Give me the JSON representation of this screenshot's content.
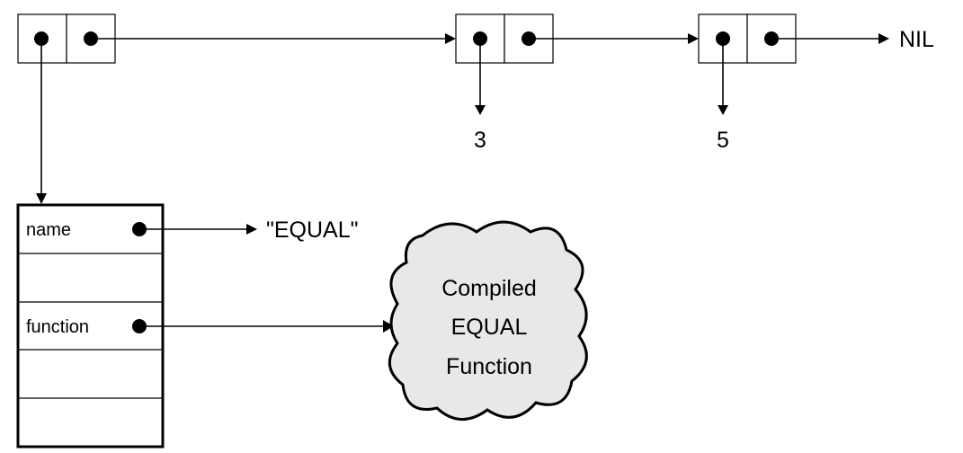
{
  "atoms": {
    "nil": "NIL",
    "car2_value": "3",
    "car3_value": "5"
  },
  "symbol": {
    "slots": [
      "name",
      "",
      "function",
      "",
      ""
    ],
    "name_value": "\"EQUAL\""
  },
  "cloud": {
    "lines": [
      "Compiled",
      "EQUAL",
      "Function"
    ]
  }
}
